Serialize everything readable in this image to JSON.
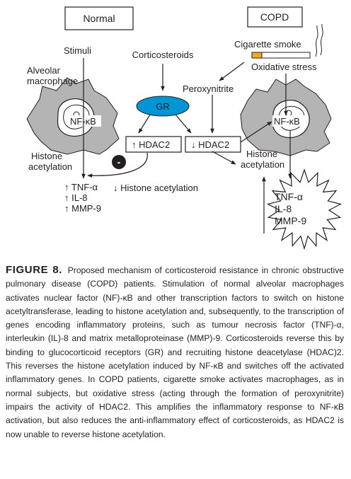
{
  "diagram": {
    "normal_title": "Normal",
    "copd_title": "COPD",
    "stimuli": "Stimuli",
    "alveolar_macrophage_line1": "Alveolar",
    "alveolar_macrophage_line2": "macrophage",
    "nfkb_left": "NF-κB",
    "nfkb_right": "NF-κB",
    "corticosteroids": "Corticosteroids",
    "gr": "GR",
    "peroxynitrite": "Peroxynitrite",
    "cigarette_smoke": "Cigarette smoke",
    "oxidative_stress": "Oxidative stress",
    "hdac2_up": "↑ HDAC2",
    "hdac2_down": "↓ HDAC2",
    "inhibit_symbol": "-",
    "histone_left_line1": "Histone",
    "histone_left_line2": "acetylation",
    "histone_right_line1": "Histone",
    "histone_right_line2": "acetylation",
    "down_histone_acetylation": "↓ Histone acetylation",
    "left_mediators": [
      "↑ TNF-α",
      "↑ IL-8",
      "↑ MMP-9"
    ],
    "right_mediators": [
      "TNF-α",
      "IL-8",
      "MMP-9"
    ],
    "colors": {
      "gr_fill": "#0096d6",
      "cigarette_tip": "#f7a823",
      "macrophage": "#b4b4b4"
    }
  },
  "caption": {
    "label": "FIGURE 8.",
    "text": "Proposed mechanism of corticosteroid resistance in chronic obstructive pulmonary disease (COPD) patients. Stimulation of normal alveolar macrophages activates nuclear factor (NF)-κB and other transcription factors to switch on histone acetyltransferase, leading to histone acetylation and, subsequently, to the transcription of genes encoding inflammatory proteins, such as tumour necrosis factor (TNF)-α, interleukin (IL)-8 and matrix metalloproteinase (MMP)-9. Corticosteroids reverse this by binding to glucocorticoid receptors (GR) and recruiting histone deacetylase (HDAC)2. This reverses the histone acetylation induced by NF-κB and switches off the activated inflammatory genes. In COPD patients, cigarette smoke activates macrophages, as in normal subjects, but oxidative stress (acting through the formation of peroxynitrite) impairs the activity of HDAC2. This amplifies the inflammatory response to NF-κB activation, but also reduces the anti-inflammatory effect of corticosteroids, as HDAC2 is now unable to reverse histone acetylation."
  }
}
